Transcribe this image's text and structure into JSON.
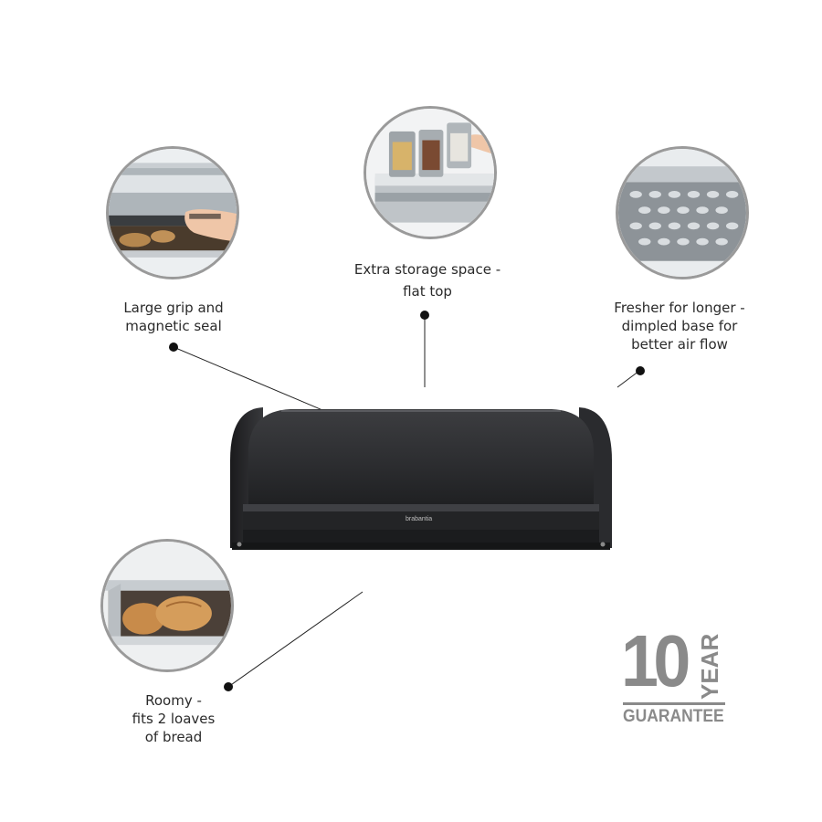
{
  "features": {
    "grip": {
      "line1": "Large grip and",
      "line2": "magnetic seal"
    },
    "storage": {
      "line1": "Extra storage space -",
      "line2": "flat top"
    },
    "fresher": {
      "line1": "Fresher for longer -",
      "line2": "dimpled base for",
      "line3": "better air flow"
    },
    "roomy": {
      "line1": "Roomy -",
      "line2": "fits 2 loaves",
      "line3": "of bread"
    }
  },
  "product": {
    "brand_logo": "brabantia"
  },
  "guarantee": {
    "number": "10",
    "unit": "YEAR",
    "label": "GUARANTEE"
  },
  "colors": {
    "leader": "#222222",
    "badge": "#8a8a8a",
    "bin_body": "#2b2b2d"
  }
}
